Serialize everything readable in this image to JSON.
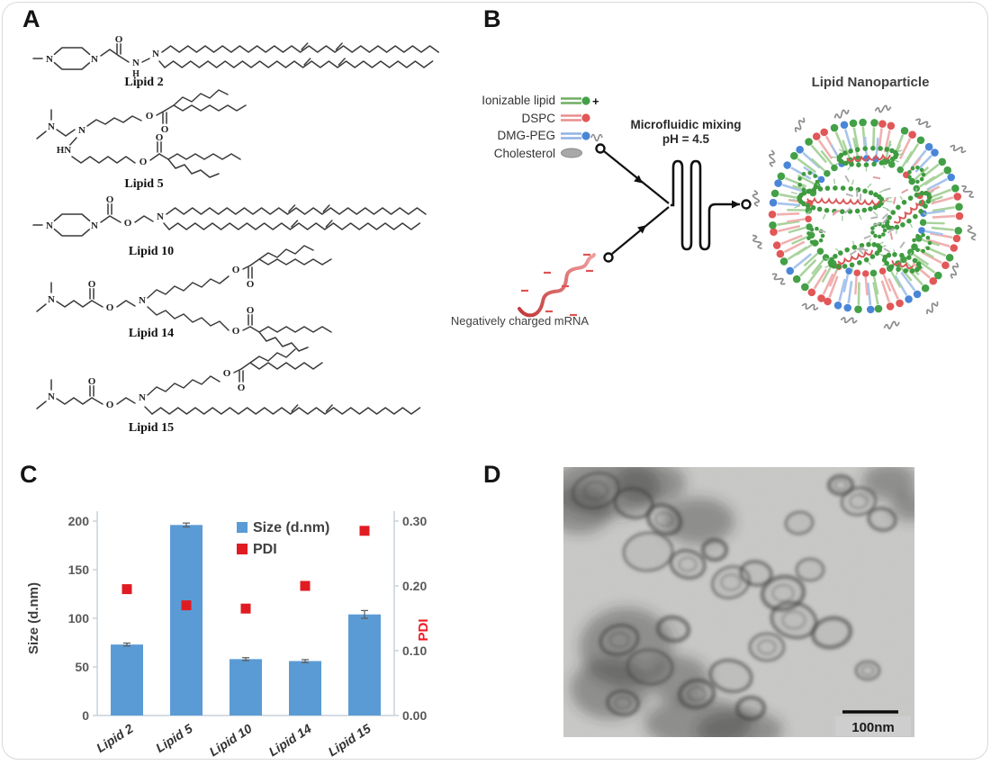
{
  "figure": {
    "panel_labels": {
      "a": "A",
      "b": "B",
      "c": "C",
      "d": "D"
    }
  },
  "panel_a": {
    "lipids": [
      {
        "name": "Lipid 2"
      },
      {
        "name": "Lipid 5"
      },
      {
        "name": "Lipid 10"
      },
      {
        "name": "Lipid 14"
      },
      {
        "name": "Lipid 15"
      }
    ],
    "atom_labels": {
      "n": "N",
      "o": "O",
      "hn": "HN",
      "h": "H"
    }
  },
  "panel_b": {
    "legend": [
      {
        "label": "Ionizable lipid",
        "color": "#43a047",
        "suffix": "+"
      },
      {
        "label": "DSPC",
        "color": "#e25757",
        "suffix": ""
      },
      {
        "label": "DMG-PEG",
        "color": "#4a86d8",
        "suffix": ""
      },
      {
        "label": "Cholesterol",
        "color": "#a3a3a3",
        "suffix": ""
      }
    ],
    "mixer_label_line1": "Microfluidic mixing",
    "mixer_label_line2": "pH = 4.5",
    "mrna_label": "Negatively charged mRNA",
    "lnp_title": "Lipid Nanoparticle",
    "mrna_color": "#c43c3c"
  },
  "chart_data": {
    "type": "bar",
    "categories": [
      "Lipid 2",
      "Lipid 5",
      "Lipid 10",
      "Lipid 14",
      "Lipid 15"
    ],
    "series": [
      {
        "name": "Size (d.nm)",
        "type": "bar",
        "axis": "left",
        "color": "#5B9BD5",
        "values": [
          73,
          196,
          58,
          56,
          104
        ],
        "errors": [
          1.5,
          2,
          1.5,
          1.5,
          4
        ]
      },
      {
        "name": "PDI",
        "type": "scatter",
        "axis": "right",
        "color": "#E01B22",
        "values": [
          0.195,
          0.17,
          0.165,
          0.2,
          0.285
        ]
      }
    ],
    "title": "",
    "xlabel": "",
    "left_axis": {
      "label": "Size (d.nm)",
      "min": 0,
      "max": 200,
      "ticks": [
        "0",
        "50",
        "100",
        "150",
        "200"
      ]
    },
    "right_axis": {
      "label": "PDI",
      "min": 0,
      "max": 0.3,
      "ticks": [
        "0.00",
        "0.10",
        "0.20",
        "0.30"
      ]
    },
    "grid": false,
    "legend_position": "top-inside"
  },
  "panel_d": {
    "scale_bar_label": "100nm"
  }
}
